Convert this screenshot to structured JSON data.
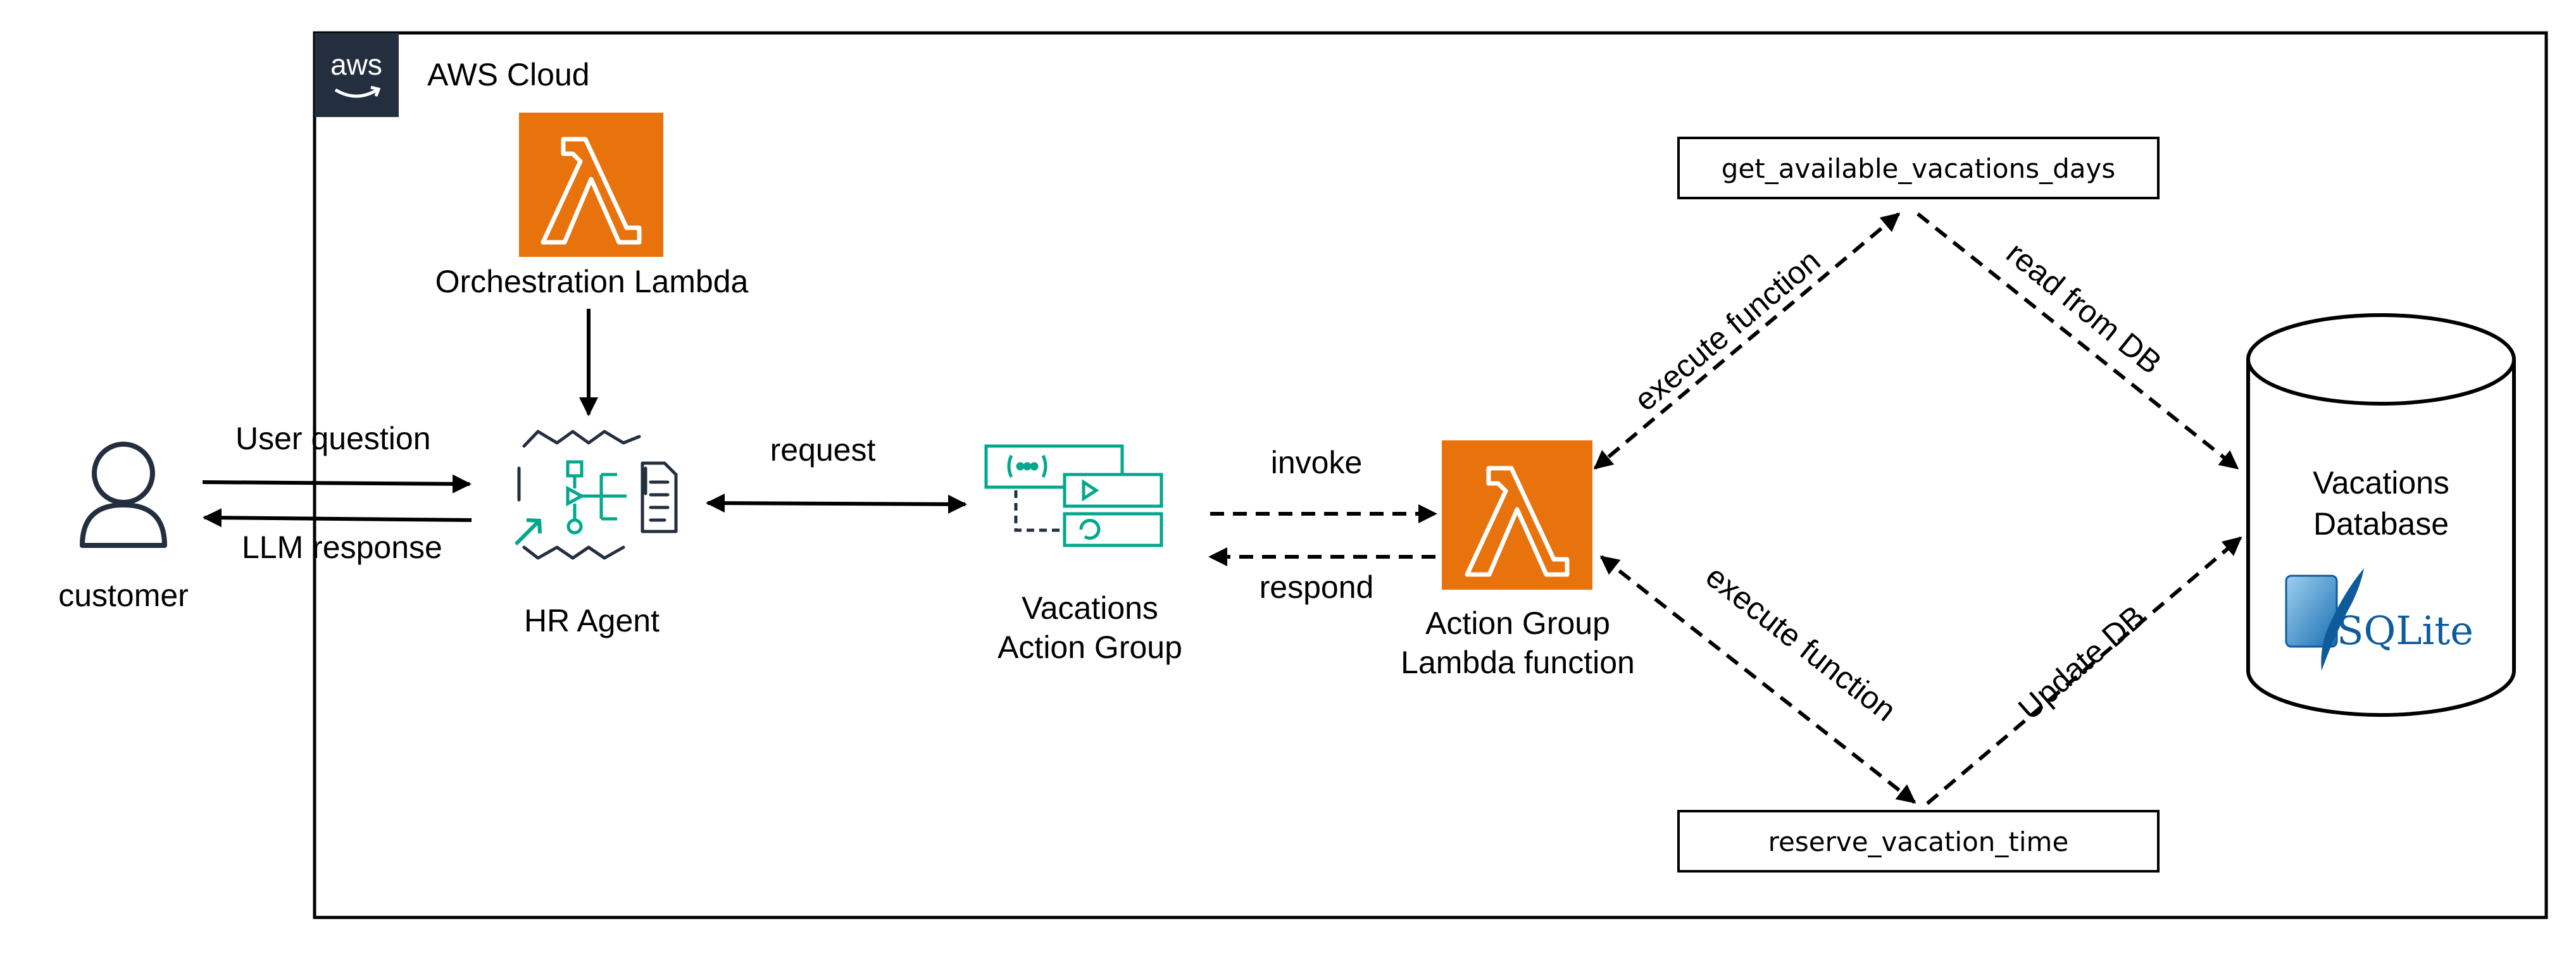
{
  "cloud": {
    "logo_text": "aws",
    "title": "AWS Cloud"
  },
  "actors": {
    "customer": "customer"
  },
  "nodes": {
    "orchestration_lambda": "Orchestration Lambda",
    "hr_agent": "HR Agent",
    "action_group": {
      "line1": "Vacations",
      "line2": "Action Group"
    },
    "ag_lambda": {
      "line1": "Action Group",
      "line2": "Lambda function"
    },
    "database": {
      "line1": "Vacations",
      "line2": "Database",
      "engine_label": "SQLite"
    }
  },
  "functions": {
    "get": "get_available_vacations_days",
    "reserve": "reserve_vacation_time"
  },
  "edges": {
    "user_question": "User question",
    "llm_response": "LLM response",
    "request": "request",
    "invoke": "invoke",
    "respond": "respond",
    "execute_top": "execute function",
    "execute_bottom": "execute function",
    "read_db": "read from DB",
    "update_db": "Update DB"
  },
  "colors": {
    "lambda_orange": "#E8720C",
    "agent_green": "#01A88D",
    "aws_dark": "#232F3E",
    "sqlite_blue": "#0F5B9A",
    "line": "#000000"
  },
  "icons": {
    "customer": "user-icon",
    "lambda": "lambda-icon",
    "agent": "bedrock-agent-icon",
    "action_group": "action-group-icon",
    "database": "database-cylinder-icon",
    "sqlite": "sqlite-logo"
  }
}
